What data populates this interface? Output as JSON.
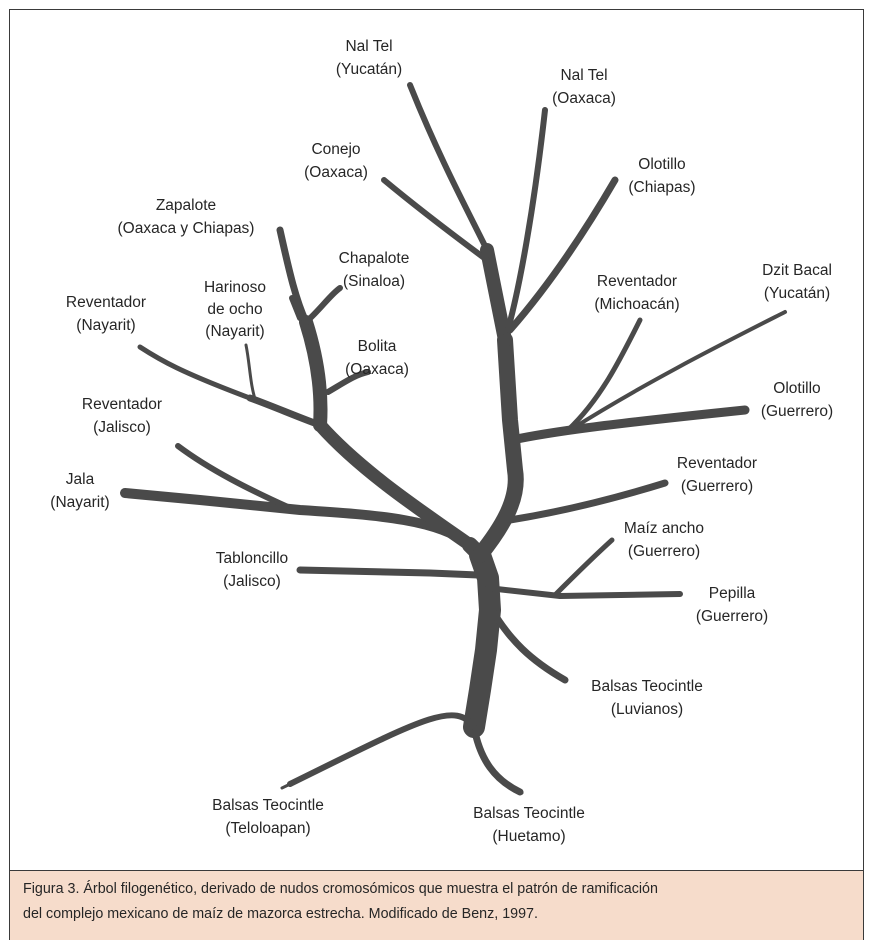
{
  "colors": {
    "branch": "#4a4a4a",
    "caption_background": "#f6dccb",
    "text": "#262626",
    "frame": "#3a3a3a"
  },
  "labels": {
    "nal_tel_yucatan": [
      "Nal Tel",
      "(Yucatán)"
    ],
    "nal_tel_oaxaca": [
      "Nal Tel",
      "(Oaxaca)"
    ],
    "conejo": [
      "Conejo",
      "(Oaxaca)"
    ],
    "olotillo_chiapas": [
      "Olotillo",
      "(Chiapas)"
    ],
    "zapalote": [
      "Zapalote",
      "(Oaxaca y Chiapas)"
    ],
    "chapalote": [
      "Chapalote",
      "(Sinaloa)"
    ],
    "reventador_michoacan": [
      "Reventador",
      "(Michoacán)"
    ],
    "dzit_bacal": [
      "Dzit Bacal",
      "(Yucatán)"
    ],
    "harinoso": [
      "Harinoso",
      "de ocho",
      "(Nayarit)"
    ],
    "reventador_nayarit": [
      "Reventador",
      "(Nayarit)"
    ],
    "bolita": [
      "Bolita",
      "(Oaxaca)"
    ],
    "olotillo_guerrero": [
      "Olotillo",
      "(Guerrero)"
    ],
    "reventador_jalisco": [
      "Reventador",
      "(Jalisco)"
    ],
    "reventador_guerrero": [
      "Reventador",
      "(Guerrero)"
    ],
    "jala": [
      "Jala",
      "(Nayarit)"
    ],
    "maiz_ancho": [
      "Maíz ancho",
      "(Guerrero)"
    ],
    "tabloncillo": [
      "Tabloncillo",
      "(Jalisco)"
    ],
    "pepilla": [
      "Pepilla",
      "(Guerrero)"
    ],
    "balsas_luvianos": [
      "Balsas Teocintle",
      "(Luvianos)"
    ],
    "balsas_teloloapan": [
      "Balsas Teocintle",
      "(Teloloapan)"
    ],
    "balsas_huetamo": [
      "Balsas Teocintle",
      "(Huetamo)"
    ]
  },
  "caption": {
    "line1": "Figura 3. Árbol filogenético, derivado de nudos cromosómicos que muestra el patrón de ramificación",
    "line2": "del complejo mexicano de maíz de mazorca estrecha. Modificado de Benz, 1997."
  }
}
